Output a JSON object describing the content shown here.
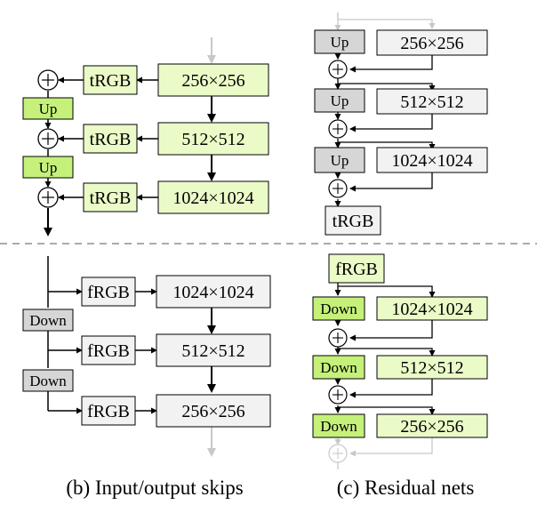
{
  "colors": {
    "green": "#ebfbc8",
    "green_dark": "#c5f07a",
    "light_gray": "#f2f2f2",
    "mid_gray": "#d6d6d6",
    "faded": "#c8c8c8",
    "divider": "#aaaaaa"
  },
  "panel_b": {
    "caption": "(b) Input/output skips",
    "generator": {
      "blocks": [
        "256×256",
        "512×512",
        "1024×1024"
      ],
      "trgb_label": "tRGB",
      "up_label": "Up"
    },
    "discriminator": {
      "blocks": [
        "1024×1024",
        "512×512",
        "256×256"
      ],
      "frgb_label": "fRGB",
      "down_label": "Down"
    }
  },
  "panel_c": {
    "caption": "(c) Residual nets",
    "generator": {
      "blocks": [
        "256×256",
        "512×512",
        "1024×1024"
      ],
      "up_label": "Up",
      "trgb_label": "tRGB"
    },
    "discriminator": {
      "frgb_label": "fRGB",
      "blocks": [
        "1024×1024",
        "512×512",
        "256×256"
      ],
      "down_label": "Down"
    }
  },
  "plus_symbol": "+"
}
